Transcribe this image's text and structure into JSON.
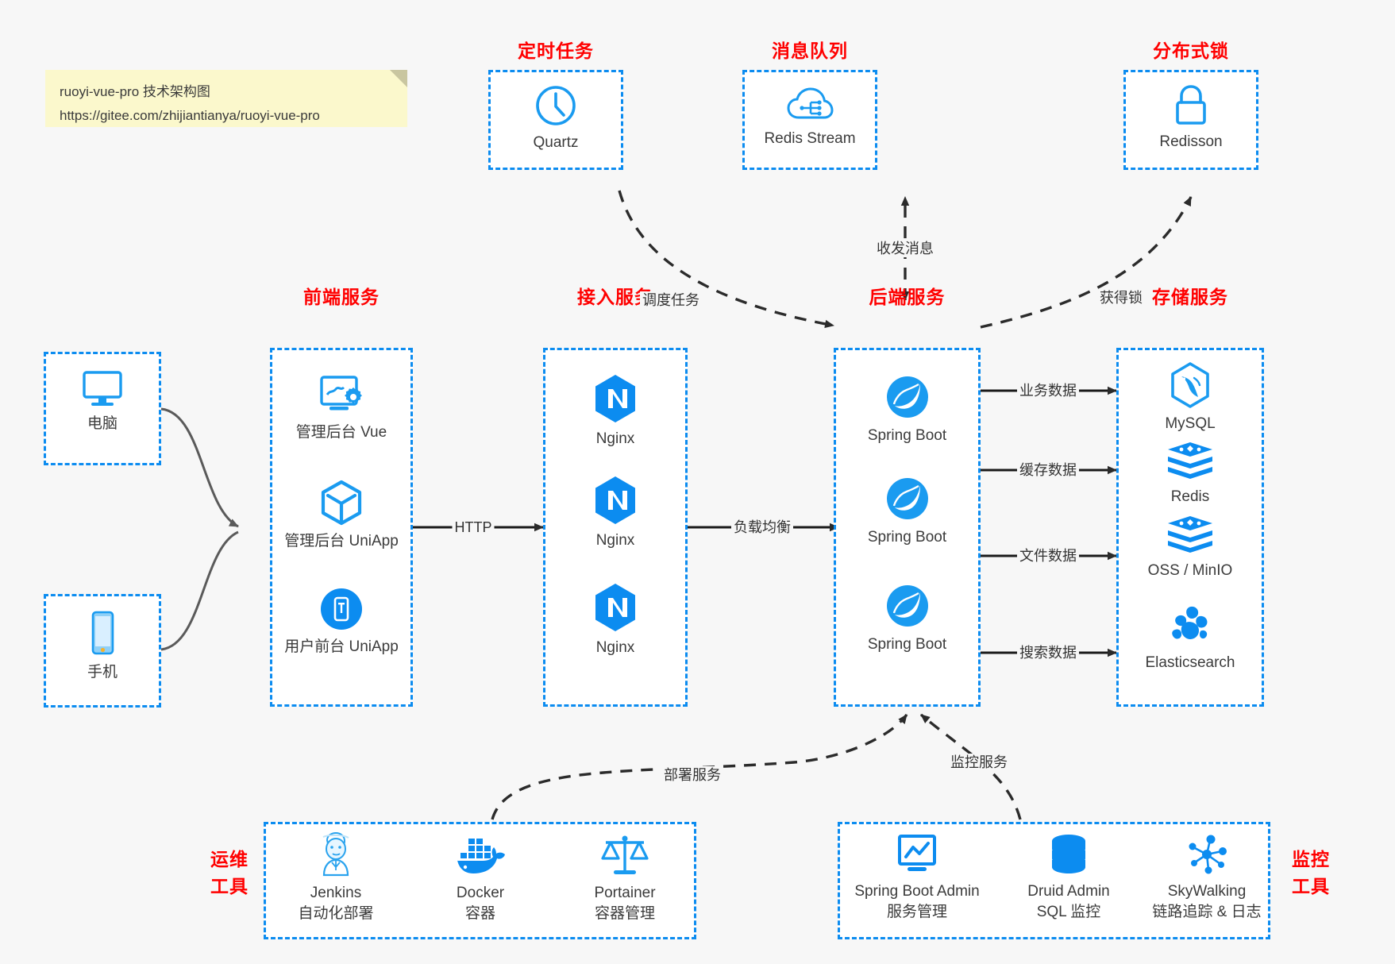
{
  "note": {
    "line1": "ruoyi-vue-pro 技术架构图",
    "line2": "https://gitee.com/zhijiantianya/ruoyi-vue-pro"
  },
  "colors": {
    "accent_blue": "#0c8cf0",
    "title_red": "#ff0000",
    "background": "#f7f7f7",
    "node_text": "#3b3b3b",
    "edge_gray": "#5a5a5a",
    "note_bg": "#fbf8cc"
  },
  "groups": {
    "scheduled_task": {
      "title": "定时任务",
      "nodes": [
        {
          "label": "Quartz",
          "icon": "clock-icon"
        }
      ]
    },
    "message_queue": {
      "title": "消息队列",
      "nodes": [
        {
          "label": "Redis Stream",
          "icon": "cloud-stream-icon"
        }
      ]
    },
    "distributed_lock": {
      "title": "分布式锁",
      "nodes": [
        {
          "label": "Redisson",
          "icon": "lock-icon"
        }
      ]
    },
    "clients": {
      "nodes": [
        {
          "label": "电脑",
          "icon": "desktop-icon"
        },
        {
          "label": "手机",
          "icon": "mobile-icon"
        }
      ]
    },
    "frontend": {
      "title": "前端服务",
      "nodes": [
        {
          "label": "管理后台 Vue",
          "icon": "dashboard-gear-icon"
        },
        {
          "label": "管理后台 UniApp",
          "icon": "cube-icon"
        },
        {
          "label": "用户前台 UniApp",
          "icon": "phone-app-icon"
        }
      ]
    },
    "gateway": {
      "title": "接入服务",
      "nodes": [
        {
          "label": "Nginx",
          "icon": "nginx-icon"
        },
        {
          "label": "Nginx",
          "icon": "nginx-icon"
        },
        {
          "label": "Nginx",
          "icon": "nginx-icon"
        }
      ]
    },
    "backend": {
      "title": "后端服务",
      "nodes": [
        {
          "label": "Spring Boot",
          "icon": "spring-boot-icon"
        },
        {
          "label": "Spring Boot",
          "icon": "spring-boot-icon"
        },
        {
          "label": "Spring Boot",
          "icon": "spring-boot-icon"
        }
      ]
    },
    "storage": {
      "title": "存储服务",
      "nodes": [
        {
          "label": "MySQL",
          "icon": "mysql-icon"
        },
        {
          "label": "Redis",
          "icon": "redis-icon"
        },
        {
          "label": "OSS / MinIO",
          "icon": "oss-minio-icon"
        },
        {
          "label": "Elasticsearch",
          "icon": "elasticsearch-icon"
        }
      ]
    },
    "devops": {
      "title": "运维\n工具",
      "title_line1": "运维",
      "title_line2": "工具",
      "nodes": [
        {
          "label": "Jenkins",
          "sub": "自动化部署",
          "icon": "jenkins-icon"
        },
        {
          "label": "Docker",
          "sub": "容器",
          "icon": "docker-icon"
        },
        {
          "label": "Portainer",
          "sub": "容器管理",
          "icon": "scales-icon"
        }
      ]
    },
    "monitoring": {
      "title_line1": "监控",
      "title_line2": "工具",
      "nodes": [
        {
          "label": "Spring Boot Admin",
          "sub": "服务管理",
          "icon": "monitor-chart-icon"
        },
        {
          "label": "Druid Admin",
          "sub": "SQL 监控",
          "icon": "database-icon"
        },
        {
          "label": "SkyWalking",
          "sub": "链路追踪 & 日志",
          "icon": "skywalking-icon"
        }
      ]
    }
  },
  "edges": [
    {
      "id": "http",
      "label": "HTTP"
    },
    {
      "id": "load-balance",
      "label": "负载均衡"
    },
    {
      "id": "schedule-task",
      "label": "调度任务"
    },
    {
      "id": "send-receive-message",
      "label": "收发消息"
    },
    {
      "id": "acquire-lock",
      "label": "获得锁"
    },
    {
      "id": "business-data",
      "label": "业务数据"
    },
    {
      "id": "cache-data",
      "label": "缓存数据"
    },
    {
      "id": "file-data",
      "label": "文件数据"
    },
    {
      "id": "search-data",
      "label": "搜索数据"
    },
    {
      "id": "deploy-service",
      "label": "部署服务"
    },
    {
      "id": "monitor-service",
      "label": "监控服务"
    }
  ]
}
